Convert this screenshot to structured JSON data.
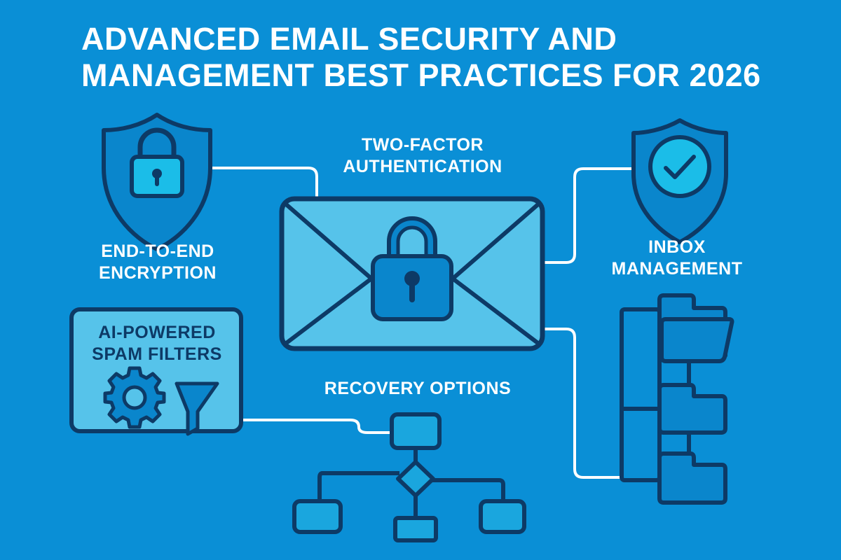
{
  "title": {
    "line1": "ADVANCED EMAIL SECURITY AND",
    "line2": "MANAGEMENT BEST PRACTICES FOR 2026"
  },
  "nodes": {
    "encryption": {
      "line1": "END-TO-END",
      "line2": "ENCRYPTION",
      "icon": "shield-lock-icon"
    },
    "two_factor": {
      "line1": "TWO-FACTOR",
      "line2": "AUTHENTICATION",
      "icon": "envelope-lock-icon"
    },
    "inbox": {
      "line1": "INBOX",
      "line2": "MANAGEMENT",
      "icons": [
        "shield-check-icon",
        "folder-tree-icon"
      ]
    },
    "spam": {
      "line1": "AI-POWERED",
      "line2": "SPAM FILTERS",
      "icons": [
        "gear-icon",
        "funnel-icon"
      ]
    },
    "recovery": {
      "line1": "RECOVERY OPTIONS",
      "icon": "flowchart-icon"
    }
  },
  "colors": {
    "background": "#0a8fd6",
    "outline": "#0d3a66",
    "light_fill": "#56c3ea",
    "mid_fill": "#0a86cc",
    "connector": "#ffffff"
  }
}
